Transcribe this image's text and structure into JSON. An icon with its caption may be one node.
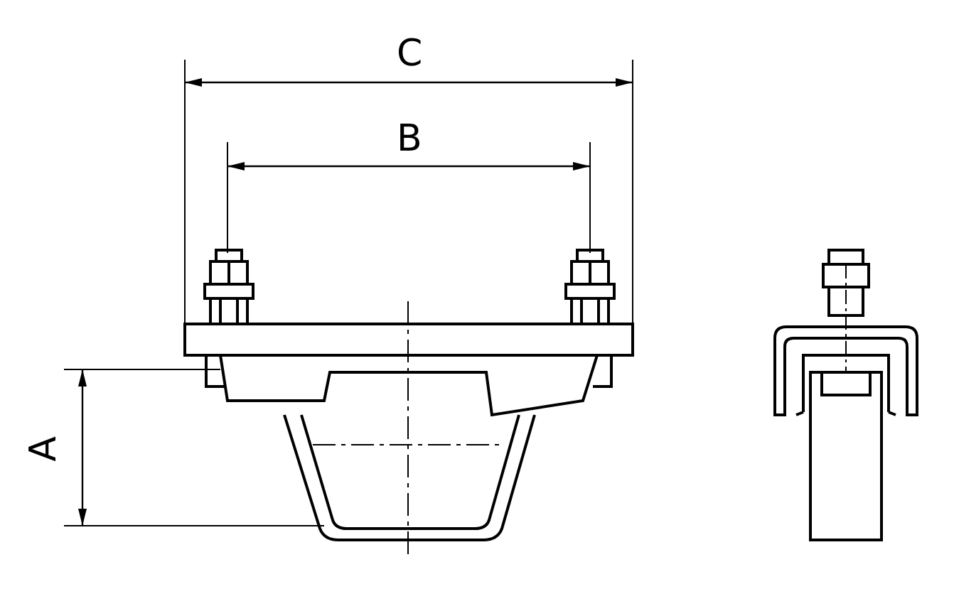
{
  "diagram": {
    "labels": [
      "C",
      "B",
      "A"
    ]
  }
}
